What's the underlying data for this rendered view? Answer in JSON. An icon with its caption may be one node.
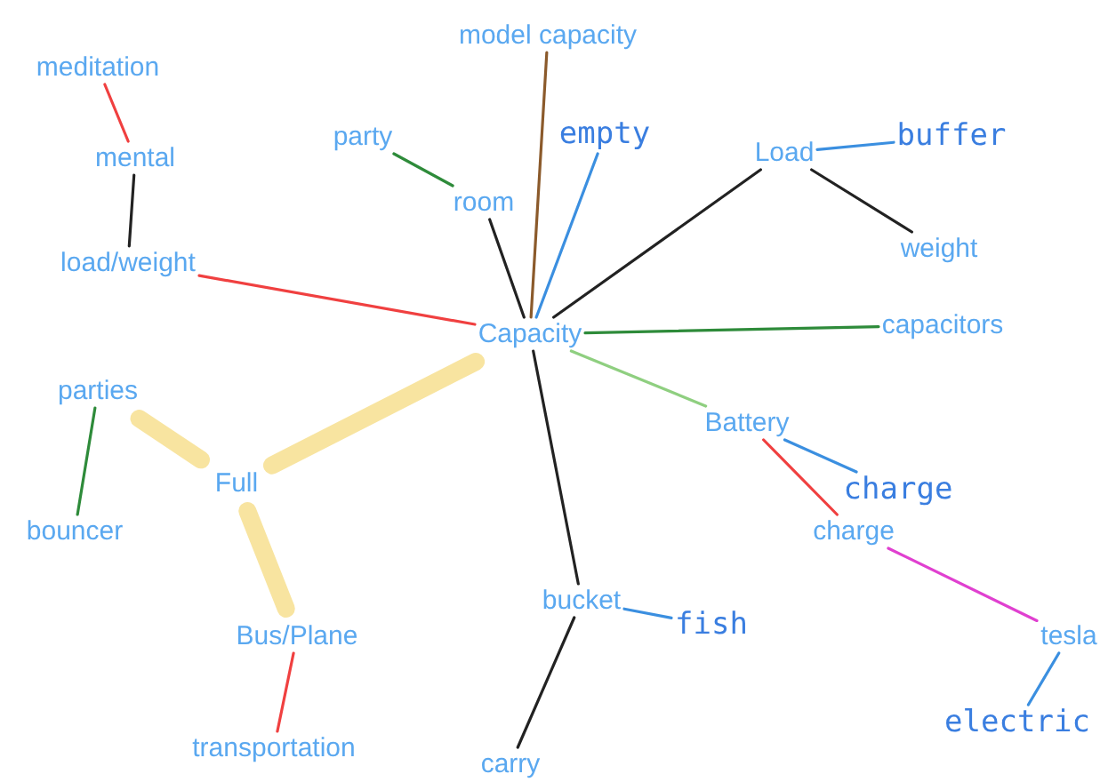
{
  "diagram": {
    "nodes": [
      {
        "text": [
          "Capacity"
        ]
      },
      {
        "text": [
          "model capacity"
        ]
      },
      {
        "text": [
          "empty"
        ]
      },
      {
        "text": [
          "room"
        ]
      },
      {
        "text": [
          "party"
        ]
      },
      {
        "text": [
          "Load"
        ]
      },
      {
        "text": [
          "buffer"
        ]
      },
      {
        "text": [
          "weight"
        ]
      },
      {
        "text": [
          "capacitors"
        ]
      },
      {
        "text": [
          "Battery"
        ]
      },
      {
        "text": [
          "charge"
        ]
      },
      {
        "text": [
          "charge"
        ]
      },
      {
        "text": [
          "tesla"
        ]
      },
      {
        "text": [
          "electric"
        ]
      },
      {
        "text": [
          "bucket"
        ]
      },
      {
        "text": [
          "fish"
        ]
      },
      {
        "text": [
          "carry"
        ]
      },
      {
        "text": [
          "Full"
        ]
      },
      {
        "text": [
          "parties"
        ]
      },
      {
        "text": [
          "bouncer"
        ]
      },
      {
        "text": [
          "Bus/Plane"
        ]
      },
      {
        "text": [
          "transportation"
        ]
      },
      {
        "text": [
          "load/weight"
        ]
      },
      {
        "text": [
          "mental"
        ]
      },
      {
        "text": [
          "meditation"
        ]
      }
    ],
    "edges": [
      {
        "from": 0,
        "to": 1,
        "arrow": "none",
        "color": "#8b5a2b"
      },
      {
        "from": 0,
        "to": 2,
        "arrow": "none",
        "color": "#3b8fe0"
      },
      {
        "from": 0,
        "to": 3,
        "arrow": "none"
      },
      {
        "from": 3,
        "to": 4,
        "arrow": "none",
        "color": "#2e8b3a"
      },
      {
        "from": 0,
        "to": 5,
        "arrow": "none"
      },
      {
        "from": 5,
        "to": 7,
        "arrow": "none"
      },
      {
        "from": 5,
        "to": 6,
        "arrow": "none",
        "color": "#3b8fe0"
      },
      {
        "from": 0,
        "to": 8,
        "arrow": "none",
        "color": "#2e8b3a"
      },
      {
        "from": 0,
        "to": 9,
        "arrow": "none",
        "color": "#8fcf80"
      },
      {
        "from": 9,
        "to": 10,
        "arrow": "none",
        "color": "#f04040"
      },
      {
        "from": 9,
        "to": 11,
        "arrow": "none",
        "color": "#3b8fe0"
      },
      {
        "from": 10,
        "to": 12,
        "arrow": "none",
        "color": "#e040d0"
      },
      {
        "from": 12,
        "to": 13,
        "arrow": "none",
        "color": "#3b8fe0"
      },
      {
        "from": 0,
        "to": 14,
        "arrow": "none"
      },
      {
        "from": 14,
        "to": 15,
        "arrow": "none",
        "color": "#3b8fe0"
      },
      {
        "from": 14,
        "to": 16,
        "arrow": "none"
      },
      {
        "from": 0,
        "to": 17,
        "arrow": "none",
        "style": "thick",
        "color": "#f8e4a0"
      },
      {
        "from": 17,
        "to": 18,
        "arrow": "none",
        "style": "thick",
        "color": "#f8e4a0"
      },
      {
        "from": 17,
        "to": 20,
        "arrow": "none",
        "style": "thick",
        "color": "#f8e4a0"
      },
      {
        "from": 18,
        "to": 19,
        "arrow": "none",
        "color": "#2e8b3a"
      },
      {
        "from": 20,
        "to": 21,
        "arrow": "none",
        "color": "#f04040"
      },
      {
        "from": 0,
        "to": 22,
        "arrow": "none",
        "color": "#f04040"
      },
      {
        "from": 22,
        "to": 23,
        "arrow": "none"
      },
      {
        "from": 23,
        "to": 24,
        "arrow": "none",
        "color": "#f04040"
      }
    ]
  }
}
